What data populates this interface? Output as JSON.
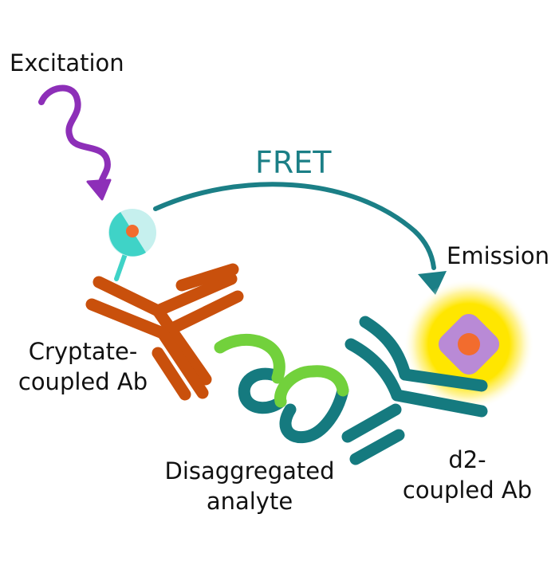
{
  "labels": {
    "excitation": "Excitation",
    "fret": "FRET",
    "emission": "Emission",
    "cryptate_line1": "Cryptate-",
    "cryptate_line2": "coupled Ab",
    "analyte_line1": "Disaggregated",
    "analyte_line2": "analyte",
    "d2_line1": "d2-",
    "d2_line2": "coupled Ab"
  },
  "colors": {
    "excitation_wave": "#8d2fb8",
    "fret_arrow": "#1b7f86",
    "cryptate_antibody": "#c9500c",
    "d2_antibody": "#157a7f",
    "analyte_green": "#72d13c",
    "analyte_teal": "#157a7f",
    "donor_turquoise": "#3fd3c7",
    "donor_light": "#c6f0ee",
    "donor_core": "#f26c2e",
    "acceptor_purple": "#b98ad6",
    "acceptor_core": "#f26c2e",
    "emission_glow": "#ffe600"
  },
  "icons": {
    "excitation": "squiggly-arrow-icon",
    "fret": "curved-arrow-icon",
    "donor": "cryptate-donor-icon",
    "acceptor": "d2-acceptor-icon"
  }
}
